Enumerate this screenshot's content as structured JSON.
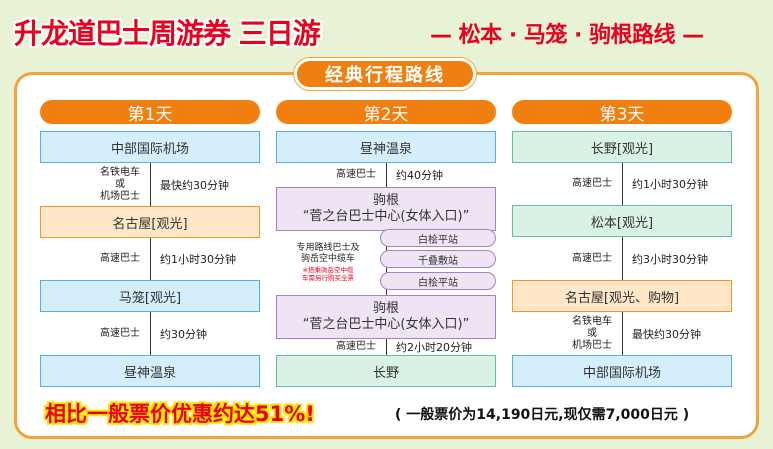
{
  "title": {
    "main": "升龙道巴士周游券 三日游",
    "route": "— 松本 · 马笼 · 驹根路线 —"
  },
  "section_title": "经典行程路线",
  "days": [
    {
      "label": "第1天",
      "stops": [
        "中部国际机场",
        "名古屋[观光]",
        "马笼[观光]",
        "昼神温泉"
      ],
      "legs": [
        {
          "mode": "名铁电车\n或\n机场巴士",
          "time": "最快约30分钟"
        },
        {
          "mode": "高速巴士",
          "time": "约1小时30分钟"
        },
        {
          "mode": "高速巴士",
          "time": "约30分钟"
        }
      ]
    },
    {
      "label": "第2天",
      "stops": [
        "昼神温泉",
        "驹根",
        "“菅之台巴士中心(女体入口)”",
        "驹根",
        "“菅之台巴士中心(女体入口)”",
        "长野"
      ],
      "legs": [
        {
          "mode": "高速巴士",
          "time": "约40分钟"
        },
        {
          "mode": "高速巴士",
          "time": "约2小时20分钟"
        }
      ],
      "ropeway": {
        "mode": "专用路线巴士及\n驹岳空中缆车",
        "note": "※搭乘驹岳空中缆\n车需另行购买全票",
        "stations": [
          "白桧平站",
          "千叠敷站",
          "白桧平站"
        ]
      }
    },
    {
      "label": "第3天",
      "stops": [
        "长野[观光]",
        "松本[观光]",
        "名古屋[观光、购物]",
        "中部国际机场"
      ],
      "legs": [
        {
          "mode": "高速巴士",
          "time": "约1小时30分钟"
        },
        {
          "mode": "高速巴士",
          "time": "约3小时30分钟"
        },
        {
          "mode": "名铁电车\n或\n机场巴士",
          "time": "最快约30分钟"
        }
      ]
    }
  ],
  "footer": {
    "deal": "相比一般票价优惠约达51%!",
    "note": "( 一般票价为14,190日元,现仅需7,000日元 )"
  },
  "colors": {
    "brand_red": "#e8001c",
    "accent_orange": "#f07f10",
    "border_orange": "#f2a33a",
    "background": "#e8f3d6"
  }
}
